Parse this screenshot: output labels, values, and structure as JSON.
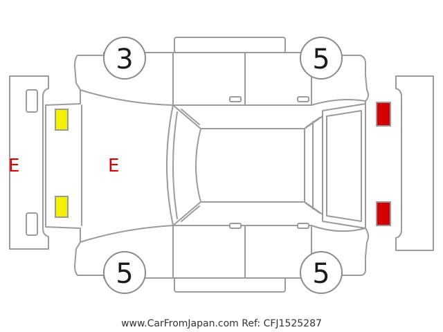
{
  "colors": {
    "outline": "#9a9a9a",
    "damage_mark": "#d40000",
    "front_light": "#f2f200",
    "rear_light": "#d40000"
  },
  "tires": {
    "front_left": "3",
    "rear_left": "5",
    "front_right": "5",
    "rear_right": "5"
  },
  "marks": {
    "front_bumper": "E",
    "hood": "E"
  },
  "caption": "www.CarFromJapan.com Ref: CFJ1525287"
}
